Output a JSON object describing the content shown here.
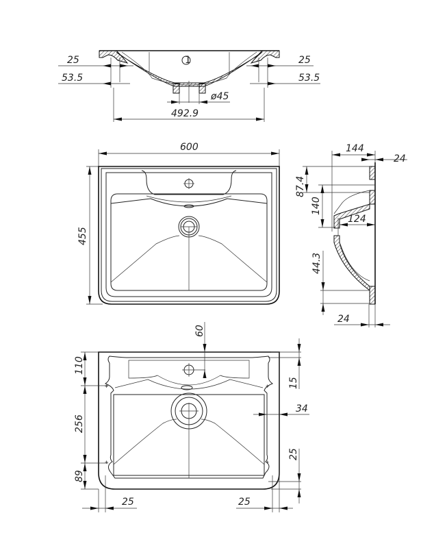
{
  "drawing": {
    "subject": "washbasin technical drawing",
    "views": {
      "section_view": {
        "label_marker": "1",
        "dimensions": {
          "rim_left_top": "25",
          "rim_left_bottom": "53.5",
          "rim_right_top": "25",
          "rim_right_bottom": "53.5",
          "drain_diameter": "ø45",
          "bowl_width": "492.9"
        }
      },
      "top_view": {
        "dimensions": {
          "overall_width": "600",
          "overall_depth": "455"
        }
      },
      "side_view": {
        "dimensions": {
          "total_depth": "144",
          "wall_top": "24",
          "upper_offset": "87.4",
          "overflow_height": "140",
          "inner_depth": "124",
          "lower_offset": "44.3",
          "wall_bottom": "24"
        }
      },
      "mounting_view": {
        "dimensions": {
          "tap_hole_offset": "60",
          "top_offset": "110",
          "mount_spacing": "256",
          "bottom_offset": "89",
          "right_top": "15",
          "right_side": "34",
          "right_bottom": "25",
          "bottom_left": "25",
          "bottom_right": "25"
        }
      }
    }
  }
}
